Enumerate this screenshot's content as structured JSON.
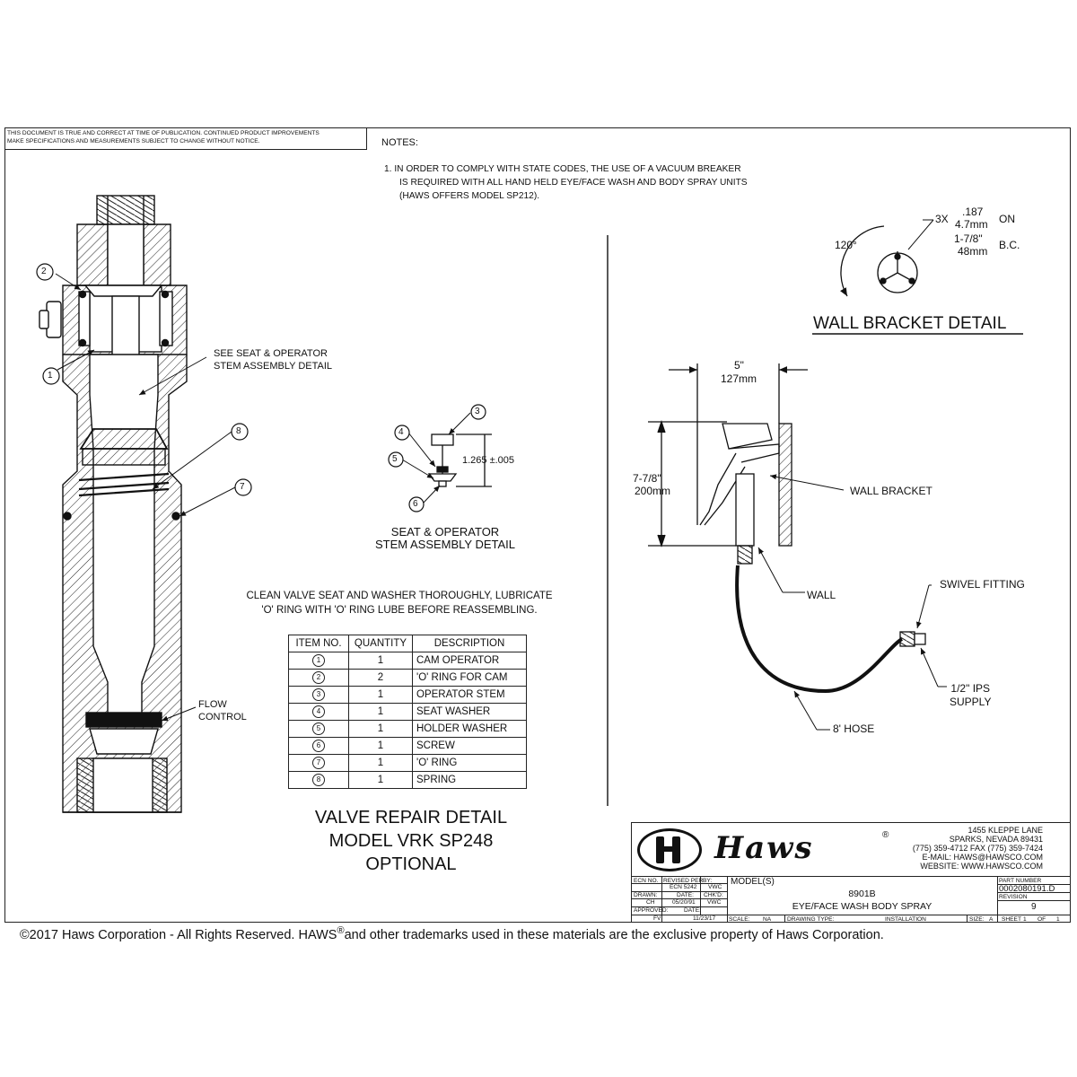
{
  "disclaimer": {
    "line1": "THIS DOCUMENT IS TRUE AND CORRECT AT TIME OF PUBLICATION. CONTINUED PRODUCT IMPROVEMENTS",
    "line2": "MAKE SPECIFICATIONS AND MEASUREMENTS SUBJECT TO CHANGE WITHOUT NOTICE."
  },
  "notes": {
    "heading": "NOTES:",
    "item1_l1": "1.  IN ORDER TO COMPLY WITH STATE CODES, THE USE OF A VACUUM BREAKER",
    "item1_l2": "IS REQUIRED WITH ALL HAND HELD EYE/FACE WASH AND BODY SPRAY UNITS",
    "item1_l3": "(HAWS OFFERS MODEL SP212)."
  },
  "valve_detail": {
    "callouts": [
      "2",
      "1",
      "8",
      "7"
    ],
    "see_seat_l1": "SEE SEAT & OPERATOR",
    "see_seat_l2": "STEM ASSEMBLY DETAIL",
    "flow_l1": "FLOW",
    "flow_l2": "CONTROL",
    "title_l1": "VALVE REPAIR DETAIL",
    "title_l2": "MODEL VRK SP248",
    "title_l3": "OPTIONAL"
  },
  "seat_detail": {
    "callouts": [
      "3",
      "4",
      "5",
      "6"
    ],
    "dimension": "1.265 ±.005",
    "title_l1": "SEAT & OPERATOR",
    "title_l2": "STEM  ASSEMBLY DETAIL"
  },
  "instruction": {
    "line1": "CLEAN VALVE SEAT AND WASHER THOROUGHLY, LUBRICATE",
    "line2": "'O' RING WITH 'O' RING LUBE BEFORE REASSEMBLING."
  },
  "parts_table": {
    "headers": [
      "ITEM NO.",
      "QUANTITY",
      "DESCRIPTION"
    ],
    "rows": [
      {
        "item": "1",
        "qty": "1",
        "desc": "CAM OPERATOR"
      },
      {
        "item": "2",
        "qty": "2",
        "desc": "'O' RING FOR CAM"
      },
      {
        "item": "3",
        "qty": "1",
        "desc": "OPERATOR STEM"
      },
      {
        "item": "4",
        "qty": "1",
        "desc": "SEAT WASHER"
      },
      {
        "item": "5",
        "qty": "1",
        "desc": "HOLDER WASHER"
      },
      {
        "item": "6",
        "qty": "1",
        "desc": "SCREW"
      },
      {
        "item": "7",
        "qty": "1",
        "desc": "'O' RING"
      },
      {
        "item": "8",
        "qty": "1",
        "desc": "SPRING"
      }
    ]
  },
  "wall_bracket": {
    "angle": "120°",
    "holes_qty": "3X",
    "holes_in": ".187",
    "holes_mm": "4.7mm",
    "holes_on": "ON",
    "bc_in": "1-7/8\"",
    "bc_mm": "48mm",
    "bc_label": "B.C.",
    "title": "WALL BRACKET DETAIL"
  },
  "installation": {
    "dim_w_in": "5\"",
    "dim_w_mm": "127mm",
    "dim_h_in": "7-7/8\"",
    "dim_h_mm": "200mm",
    "wall_bracket": "WALL BRACKET",
    "wall": "WALL",
    "swivel": "SWIVEL FITTING",
    "supply_l1": "1/2\" IPS",
    "supply_l2": "SUPPLY",
    "hose": "8' HOSE"
  },
  "title_block": {
    "brand": "Haws",
    "registered": "®",
    "address1": "1455 KLEPPE LANE",
    "address2": "SPARKS, NEVADA  89431",
    "phone": "(775) 359-4712  FAX (775) 359-7424",
    "email": "E-MAIL:  HAWS@HAWSCO.COM",
    "website": "WEBSITE: WWW.HAWSCO.COM",
    "ecn_no_label": "ECN NO.",
    "revised_per_label": "REVISED PER",
    "revised_per": "ECN 5242",
    "by_label": "BY:",
    "by": "VWC",
    "drawn_label": "DRAWN:",
    "drawn": "CH",
    "date_label": "DATE:",
    "date1": "05/20/91",
    "chkd_label": "CHK'D:",
    "chkd": "VWC",
    "approved_label": "APPROVED:",
    "approved": "FV",
    "date2_label": "DATE:",
    "date2": "11/23/17",
    "models_label": "MODEL(S)",
    "model": "8901B",
    "model_desc": "EYE/FACE WASH BODY SPRAY",
    "part_number_label": "PART NUMBER",
    "part_number": "0002080191.D",
    "revision_label": "REVISION",
    "revision": "9",
    "scale_label": "SCALE:",
    "scale": "NA",
    "drawing_type_label": "DRAWING TYPE:",
    "drawing_type": "INSTALLATION",
    "size_label": "SIZE:",
    "size": "A",
    "sheet_label": "SHEET",
    "sheet_no": "1",
    "of_label": "OF",
    "sheet_total": "1"
  },
  "footer": {
    "pre": "©2017 Haws Corporation - All Rights Reserved.  HAWS",
    "reg": "®",
    "post": "and other trademarks used in these materials are the exclusive property of Haws Corporation."
  }
}
